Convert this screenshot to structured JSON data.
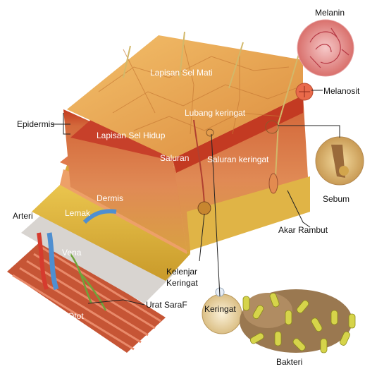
{
  "labels": {
    "melanin": "Melanin",
    "melanosit": "Melanosit",
    "lapisan_sel_mati": "Lapisan Sel Mati",
    "epidermis": "Epidermis",
    "lubang_keringat": "Lubang keringat",
    "lapisan_sel_hidup": "Lapisan Sel Hidup",
    "saluran": "Saluran",
    "saluran_keringat": "Saluran keringat",
    "dermis": "Dermis",
    "lemak": "Lemak",
    "arteri": "Arteri",
    "vena": "Vena",
    "sebum": "Sebum",
    "akar_rambut": "Akar Rambut",
    "kelenjar_keringat_1": "Kelenjar",
    "kelenjar_keringat_2": "Keringat",
    "keringat": "Keringat",
    "urat_saraf": "Urat SaraF",
    "otot": "Otot",
    "bakteri": "Bakteri"
  },
  "colors": {
    "top_skin": "#e9a04e",
    "front_wall": "#d9673a",
    "epidermis_red": "#c94426",
    "fat_yellow": "#e3b93f",
    "muscle": "#c65535",
    "hair": "#d2b86a",
    "artery": "#d63b2e",
    "vein": "#4f8fd0",
    "nerve": "#6fa43a"
  }
}
